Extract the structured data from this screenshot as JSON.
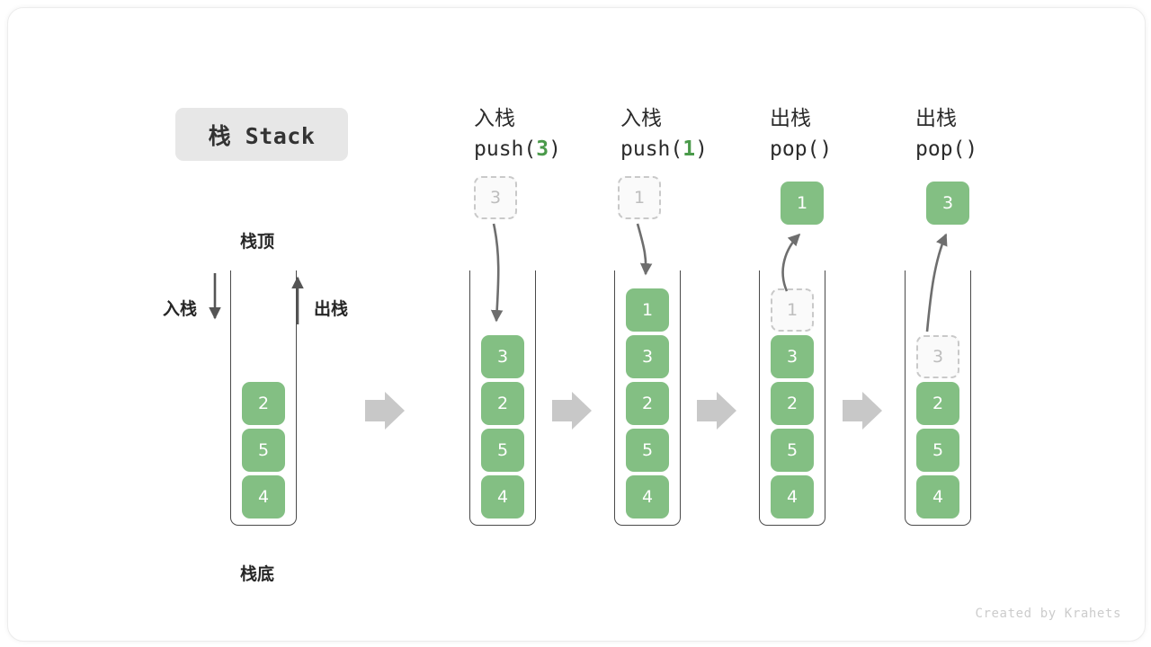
{
  "title": {
    "text": "栈 Stack"
  },
  "legend": {
    "top_label": "栈顶",
    "bottom_label": "栈底",
    "push_label": "入栈",
    "pop_label": "出栈"
  },
  "colors": {
    "cell_fill": "#83bf83",
    "cell_text": "#ffffff",
    "ghost_fill": "#fafafa",
    "ghost_border": "#c9c9c9",
    "ghost_text": "#bdbdbd",
    "container_border": "#4a4a4a",
    "flow_arrow": "#c8c8c8",
    "accent_green": "#4a9a4a",
    "title_chip_bg": "#e7e7e7",
    "curve_arrow": "#6e6e6e"
  },
  "columns": [
    {
      "id": "initial",
      "heading_cn": "",
      "heading_op": "",
      "stack": [
        "2",
        "5",
        "4"
      ],
      "ghost_in_stack": null,
      "outside_cell": null,
      "outside_cell_kind": null,
      "arrow_direction": null
    },
    {
      "id": "push-3",
      "heading_cn": "入栈",
      "heading_op": "push(3)",
      "heading_op_prefix": "push(",
      "heading_op_value": "3",
      "heading_op_suffix": ")",
      "stack": [
        "3",
        "2",
        "5",
        "4"
      ],
      "ghost_in_stack": null,
      "outside_cell": "3",
      "outside_cell_kind": "ghost",
      "arrow_direction": "down"
    },
    {
      "id": "push-1",
      "heading_cn": "入栈",
      "heading_op": "push(1)",
      "heading_op_prefix": "push(",
      "heading_op_value": "1",
      "heading_op_suffix": ")",
      "stack": [
        "1",
        "3",
        "2",
        "5",
        "4"
      ],
      "ghost_in_stack": null,
      "outside_cell": "1",
      "outside_cell_kind": "ghost",
      "arrow_direction": "down"
    },
    {
      "id": "pop-1",
      "heading_cn": "出栈",
      "heading_op": "pop()",
      "heading_op_prefix": "pop(",
      "heading_op_value": "",
      "heading_op_suffix": ")",
      "stack": [
        "3",
        "2",
        "5",
        "4"
      ],
      "ghost_in_stack": "1",
      "outside_cell": "1",
      "outside_cell_kind": "solid",
      "arrow_direction": "up"
    },
    {
      "id": "pop-3",
      "heading_cn": "出栈",
      "heading_op": "pop()",
      "heading_op_prefix": "pop(",
      "heading_op_value": "",
      "heading_op_suffix": ")",
      "stack": [
        "2",
        "5",
        "4"
      ],
      "ghost_in_stack": "3",
      "outside_cell": "3",
      "outside_cell_kind": "solid",
      "arrow_direction": "up"
    }
  ],
  "footer": {
    "credit": "Created by Krahets"
  }
}
